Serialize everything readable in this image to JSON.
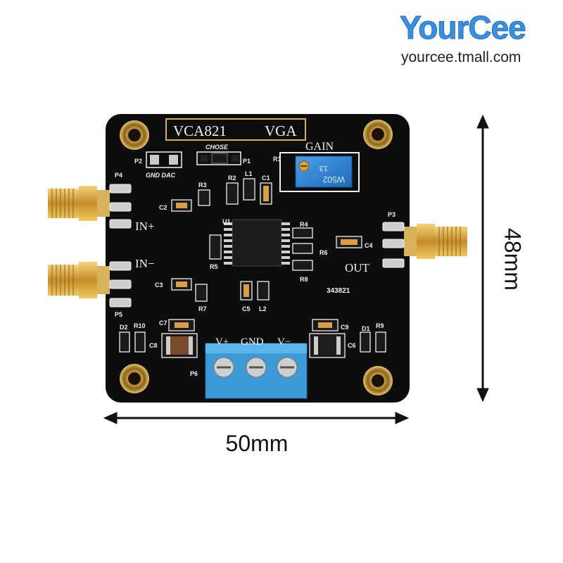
{
  "brand": {
    "logo": "YourCee",
    "url": "yourcee.tmall.com"
  },
  "dimensions": {
    "width": "50mm",
    "height": "48mm"
  },
  "board": {
    "title_left": "VCA821",
    "title_right": "VGA",
    "gain_label": "GAIN",
    "chose_label": "CHOSE",
    "jumper_options": "GND DAC",
    "input_plus": "IN+",
    "input_minus": "IN−",
    "output": "OUT",
    "power_v_plus": "V+",
    "power_gnd": "GND",
    "power_v_minus": "V−",
    "serial": "343821",
    "pot_code": "W502",
    "pot_sub": "13",
    "designators": {
      "p1": "P1",
      "p2": "P2",
      "p3": "P3",
      "p4": "P4",
      "p5": "P5",
      "p6": "P6",
      "r1": "R1",
      "r2": "R2",
      "r3": "R3",
      "r4": "R4",
      "r5": "R5",
      "r6": "R6",
      "r7": "R7",
      "r8": "R8",
      "r9": "R9",
      "r10": "R10",
      "c1": "C1",
      "c2": "C2",
      "c3": "C3",
      "c4": "C4",
      "c5": "C5",
      "c6": "C6",
      "c7": "C7",
      "c8": "C8",
      "c9": "C9",
      "l1": "L1",
      "l2": "L2",
      "u1": "U1",
      "d1": "D1",
      "d2": "D2"
    }
  },
  "colors": {
    "pcb": "#0d0d0d",
    "gold": "#d7a63a",
    "terminal": "#3c9bd6",
    "pot": "#2f86d6",
    "brand": "#3b8fe0"
  }
}
